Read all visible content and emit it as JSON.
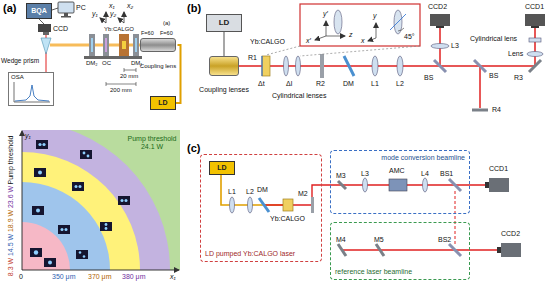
{
  "diagram": {
    "nodes": [
      {
        "text": [
          "BQA"
        ]
      },
      {
        "text": [
          "OSA"
        ]
      },
      {
        "text": [
          "Coupling lens"
        ]
      },
      {
        "text": [
          "LD"
        ]
      },
      {
        "text": [
          "LD"
        ]
      },
      {
        "text": [
          "Coupling lenses"
        ]
      },
      {
        "text": [
          "LD pumped Yb:CALGO laser"
        ]
      },
      {
        "text": [
          "LD"
        ],
        "in": 6
      },
      {
        "text": [
          "mode conversion beamline"
        ]
      },
      {
        "text": [
          "reference laser beamline"
        ]
      }
    ],
    "edges": [
      {
        "from": 3,
        "to": 2,
        "arrow": "none"
      },
      {
        "from": 4,
        "to": 5,
        "arrow": "none"
      }
    ],
    "labels": [
      "(a)",
      "PC",
      "CCD",
      "Wedge prism",
      "x₁",
      "y₁",
      "x₂",
      "y₂",
      "(a)",
      "DM₂",
      "OC",
      "Yb:CALGO",
      "DM₁",
      "20 mm",
      "200 mm",
      "F=60",
      "F=60",
      "Pump threshold",
      "23.6 W",
      "18.9 W",
      "14.5 W",
      "8.3 W",
      "y₁",
      "Pump threshold 24.1 W",
      "0",
      "350 μm",
      "370 μm",
      "380 μm",
      "x₁",
      "(b)",
      "Yb:CALGO",
      "R1",
      "Δt",
      "Δl",
      "Cylindrical lenses",
      "R2",
      "DM",
      "L1",
      "L2",
      "BS",
      "L3",
      "CCD2",
      "BS",
      "R4",
      "R3",
      "Lens",
      "Cylindrical lens",
      "CCD1",
      "y′",
      "x′",
      "z",
      "y",
      "x",
      "45°",
      "(c)",
      "L1",
      "L2",
      "DM",
      "Yb:CALGO",
      "M2",
      "M3",
      "L3",
      "AMC",
      "L4",
      "BS1",
      "M4",
      "M5",
      "BS2",
      "CCD1",
      "CCD2"
    ]
  }
}
